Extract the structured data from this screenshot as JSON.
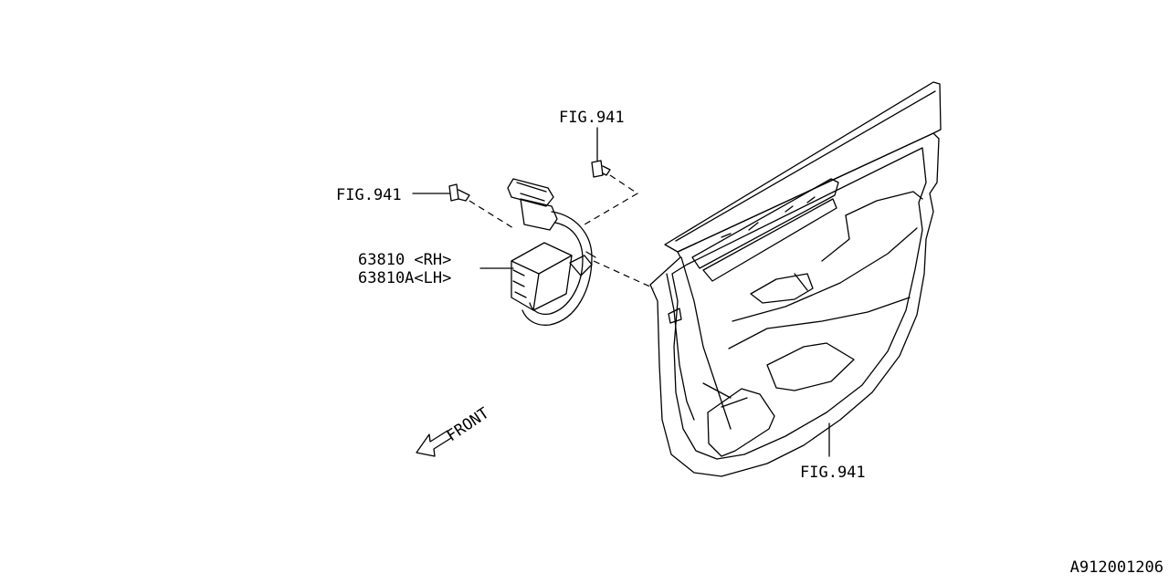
{
  "labels": {
    "fig_top": "FIG.941",
    "fig_left": "FIG.941",
    "fig_bottom": "FIG.941",
    "part_rh": "63810 <RH>",
    "part_lh": "63810A<LH>",
    "front": "FRONT",
    "diagram_id": "A912001206"
  }
}
